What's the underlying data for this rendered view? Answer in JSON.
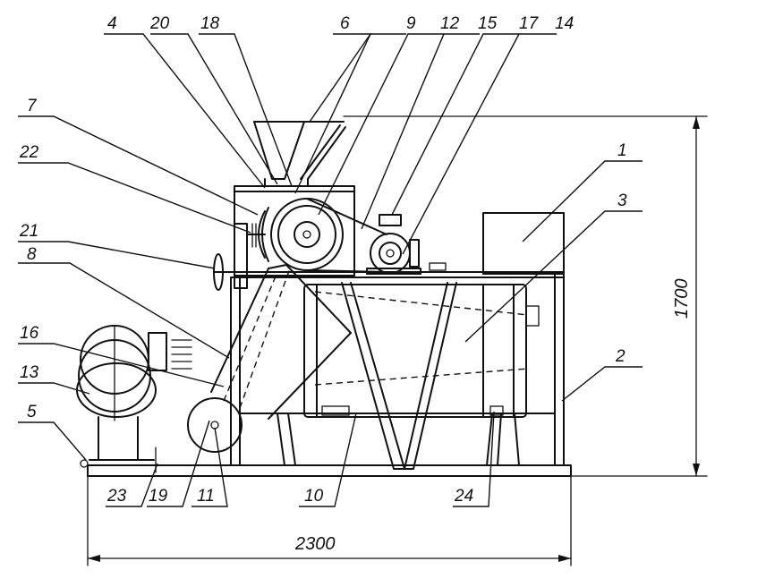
{
  "callouts": [
    "4",
    "20",
    "18",
    "6",
    "9",
    "12",
    "15",
    "17",
    "14",
    "7",
    "22",
    "21",
    "8",
    "16",
    "13",
    "5",
    "1",
    "3",
    "2",
    "23",
    "19",
    "11",
    "10",
    "24"
  ],
  "dimensions": {
    "width": "2300",
    "height": "1700"
  },
  "colors": {
    "ink": "#111111",
    "paper": "#ffffff"
  }
}
